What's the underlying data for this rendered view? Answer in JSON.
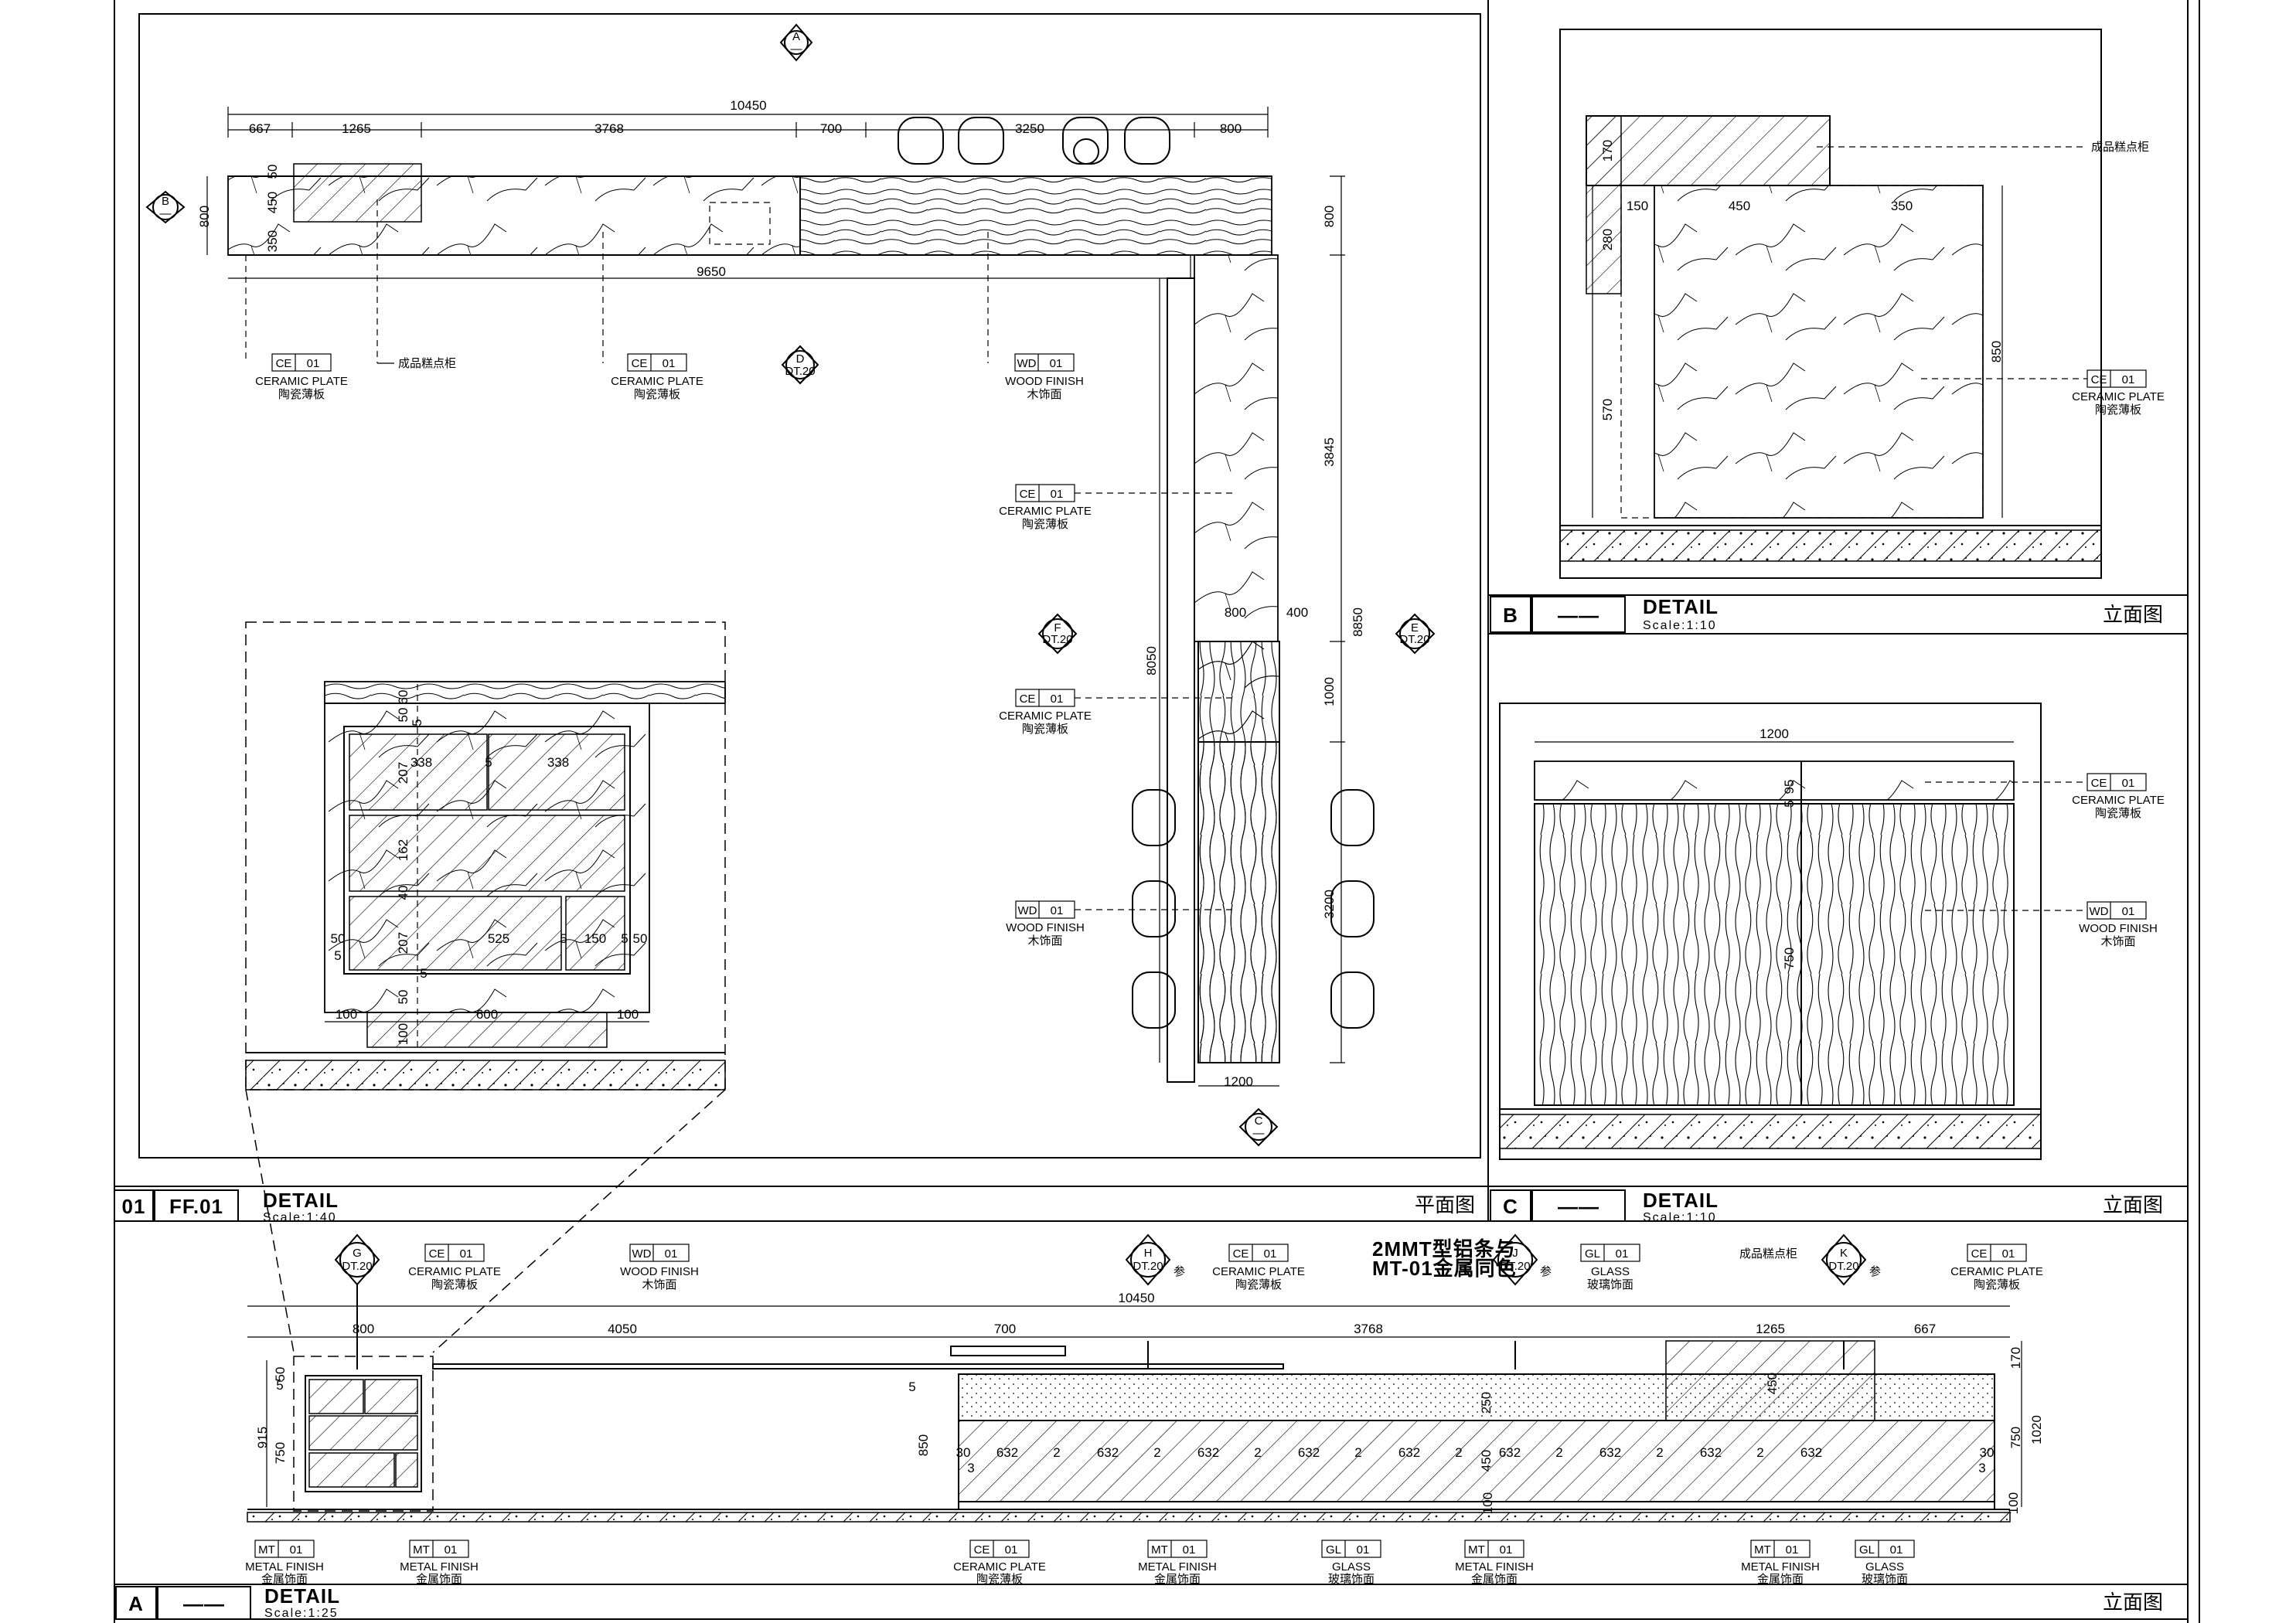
{
  "panels": {
    "plan": {
      "num": "01",
      "ref": "FF.01",
      "title": "DETAIL",
      "scale": "Scale:1:40",
      "type": "平面图"
    },
    "elevation_b": {
      "num": "B",
      "ref": "——",
      "title": "DETAIL",
      "scale": "Scale:1:10",
      "type": "立面图"
    },
    "elevation_c": {
      "num": "C",
      "ref": "——",
      "title": "DETAIL",
      "scale": "Scale:1:10",
      "type": "立面图"
    },
    "elevation_a": {
      "num": "A",
      "ref": "——",
      "title": "DETAIL",
      "scale": "Scale:1:25",
      "type": "立面图"
    }
  },
  "materials": {
    "ce": {
      "code": "CE",
      "num": "01",
      "en": "CERAMIC PLATE",
      "cn": "陶瓷薄板"
    },
    "wd": {
      "code": "WD",
      "num": "01",
      "en": "WOOD FINISH",
      "cn": "木饰面"
    },
    "mt": {
      "code": "MT",
      "num": "01",
      "en": "METAL FINISH",
      "cn": "金属饰面"
    },
    "gl": {
      "code": "GL",
      "num": "01",
      "en": "GLASS",
      "cn": "玻璃饰面"
    }
  },
  "notes": {
    "cabinet": "成品糕点柜",
    "metal_strip_1": "2MMT型铝条与",
    "metal_strip_2": "MT-01金属同色",
    "ref_suffix": "参"
  },
  "section_marks": {
    "a": {
      "letter": "A",
      "sheet": "—"
    },
    "b": {
      "letter": "B",
      "sheet": "—"
    },
    "c": {
      "letter": "C",
      "sheet": "—"
    },
    "d": {
      "letter": "D",
      "sheet": "DT.20"
    },
    "e": {
      "letter": "E",
      "sheet": "DT.20"
    },
    "f": {
      "letter": "F",
      "sheet": "DT.20"
    },
    "g": {
      "letter": "G",
      "sheet": "DT.20"
    },
    "h": {
      "letter": "H",
      "sheet": "DT.20"
    },
    "j": {
      "letter": "J",
      "sheet": "DT.20"
    },
    "k": {
      "letter": "K",
      "sheet": "DT.20"
    }
  },
  "plan_dims": {
    "total": "10450",
    "d667": "667",
    "d1265": "1265",
    "d3768": "3768",
    "d700": "700",
    "d3250": "3250",
    "d800": "800",
    "d9650": "9650",
    "left800": "800",
    "left350": "350",
    "left450": "450",
    "left50": "50",
    "right800": "800",
    "d3845": "3845",
    "d8850": "8850",
    "d8050": "8050",
    "d1000": "1000",
    "d3200": "3200",
    "bot1200": "1200",
    "top800": "800",
    "top400": "400"
  },
  "detail_dims": {
    "h338a": "338",
    "h338b": "338",
    "h525": "525",
    "h150": "150",
    "h5a": "5",
    "h5b": "5",
    "h5c": "5",
    "v60": "60",
    "v50a": "50",
    "v5a": "5",
    "v207a": "207",
    "v162": "162",
    "v40": "40",
    "v207b": "207",
    "v50b": "50",
    "v100": "100",
    "l50": "50",
    "l5": "5",
    "r5": "5",
    "r50": "50",
    "b100a": "100",
    "b600": "600",
    "b100b": "100"
  },
  "b_dims": {
    "d170": "170",
    "d280": "280",
    "d570": "570",
    "d150": "150",
    "d450": "450",
    "d350": "350",
    "d850": "850"
  },
  "c_dims": {
    "d1200": "1200",
    "d5": "5",
    "d95": "95",
    "d750": "750"
  },
  "a_dims": {
    "total": "10450",
    "d800": "800",
    "d4050": "4050",
    "d700": "700",
    "d3768": "3768",
    "d1265": "1265",
    "d667": "667",
    "d50": "50",
    "d5a": "5",
    "d915": "915",
    "d750": "750",
    "d5b": "5",
    "d850": "850",
    "d250": "250",
    "d450": "450",
    "d450b": "450",
    "d170": "170",
    "d1020": "1020",
    "d750r": "750",
    "seg": [
      "632",
      "2",
      "632",
      "2",
      "632",
      "2",
      "632",
      "2",
      "632",
      "2",
      "632",
      "2",
      "632",
      "2",
      "632",
      "2",
      "632"
    ],
    "d30l": "30",
    "d30r": "30",
    "d3l": "3",
    "d3r": "3",
    "d100l": "100",
    "d100r": "100"
  }
}
